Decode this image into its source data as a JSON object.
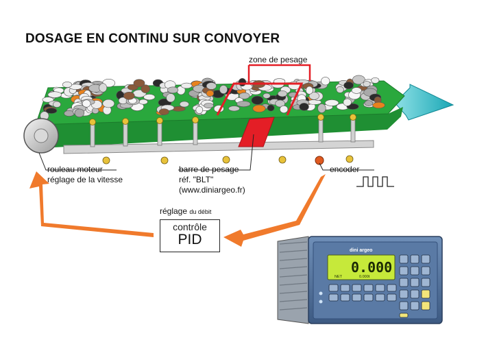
{
  "title": "DOSAGE EN CONTINU SUR CONVOYER",
  "labels": {
    "zone": "zone de pesage",
    "roller_line1": "rouleau moteur",
    "roller_line2": "réglage de la vitesse",
    "bar_line1": "barre de pesage",
    "bar_line2": "réf. \"BLT\"",
    "bar_line3": "(www.diniargeo.fr)",
    "encoder": "encoder",
    "flow_main": "réglage",
    "flow_small": "du débit"
  },
  "pid": {
    "top": "contrôle",
    "main": "PID"
  },
  "indicator": {
    "brand": "dini argeo",
    "display": "0.000",
    "sub_left": "NET",
    "sub_right": "0.000t"
  },
  "colors": {
    "belt": "#27a13a",
    "belt_dark": "#1b7a2b",
    "frame": "#cfcfcf",
    "arrow_orange": "#f07a2c",
    "weigh_red": "#e41e26",
    "flow_arrow": "#1fb3c0",
    "lcd": "#c6e93a",
    "device_blue": "#4f6f9a"
  }
}
